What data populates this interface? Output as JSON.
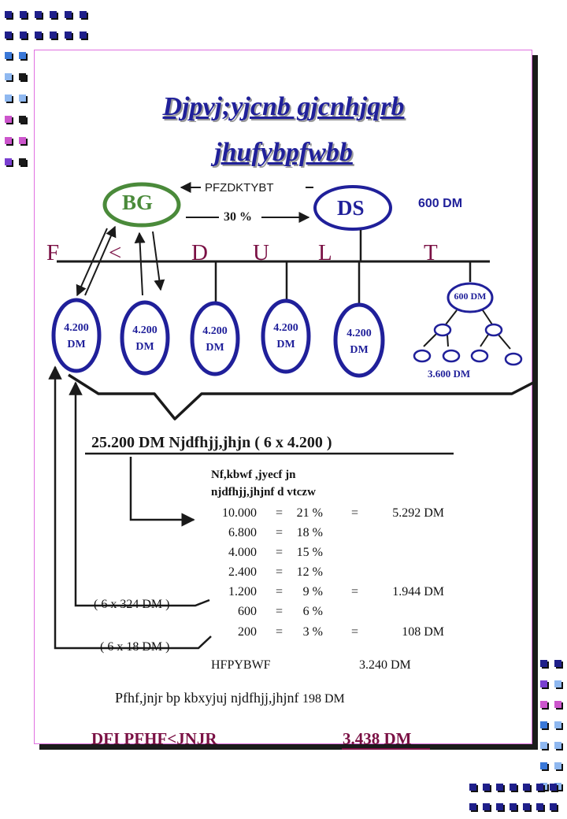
{
  "title_line1": "Djpvj;yjcnb gjcnhjqrb",
  "title_line2": "jhufybpfwbb",
  "nodes": {
    "bg": "BG",
    "ds": "DS",
    "link_label": "PFZDKTYBT",
    "percent_label": "30 %",
    "ds_amount": "600 DM"
  },
  "line_letters": [
    "F",
    "<",
    "D",
    "U",
    "L",
    "T"
  ],
  "members": [
    {
      "amount": "4.200",
      "unit": "DM"
    },
    {
      "amount": "4.200",
      "unit": "DM"
    },
    {
      "amount": "4.200",
      "unit": "DM"
    },
    {
      "amount": "4.200",
      "unit": "DM"
    },
    {
      "amount": "4.200",
      "unit": "DM"
    }
  ],
  "tree": {
    "top": "600 DM",
    "bottom": "3.600 DM"
  },
  "summary_line": "25.200 DM Njdfhjj,jhjn ( 6  x  4.200 )",
  "table": {
    "heading1": "Nf,kbwf ,jyecf jn",
    "heading2": "njdfhjj,jhjnf d vtczw",
    "rows": [
      {
        "amount": "10.000",
        "eq": "=",
        "pct": "21 %",
        "eq2": "=",
        "bonus": "5.292 DM"
      },
      {
        "amount": "6.800",
        "eq": "=",
        "pct": "18 %",
        "eq2": "",
        "bonus": ""
      },
      {
        "amount": "4.000",
        "eq": "=",
        "pct": "15 %",
        "eq2": "",
        "bonus": ""
      },
      {
        "amount": "2.400",
        "eq": "=",
        "pct": "12 %",
        "eq2": "",
        "bonus": ""
      },
      {
        "amount": "1.200",
        "eq": "=",
        "pct": "9 %",
        "eq2": "=",
        "bonus": "1.944 DM"
      },
      {
        "amount": "600",
        "eq": "=",
        "pct": "6 %",
        "eq2": "",
        "bonus": ""
      },
      {
        "amount": "200",
        "eq": "=",
        "pct": "3 %",
        "eq2": "=",
        "bonus": "108 DM"
      }
    ],
    "total_label": "HFPYBWF",
    "total_value": "3.240 DM"
  },
  "side_notes": [
    "( 6 x 324 DM )",
    "( 6 x 18 DM )"
  ],
  "extra_line_text": "Pfhf,jnjr bp kbxyjuj njdfhjj,jhjnf",
  "extra_line_value": "198 DM",
  "final_label": "DFI PFHF<JNJR",
  "final_value": "3.438 DM",
  "colors": {
    "navy": "#20209a",
    "dark": "#1a1a1a",
    "green": "#4a8a3a",
    "maroon": "#7a1044",
    "magenta": "#e070e0"
  }
}
